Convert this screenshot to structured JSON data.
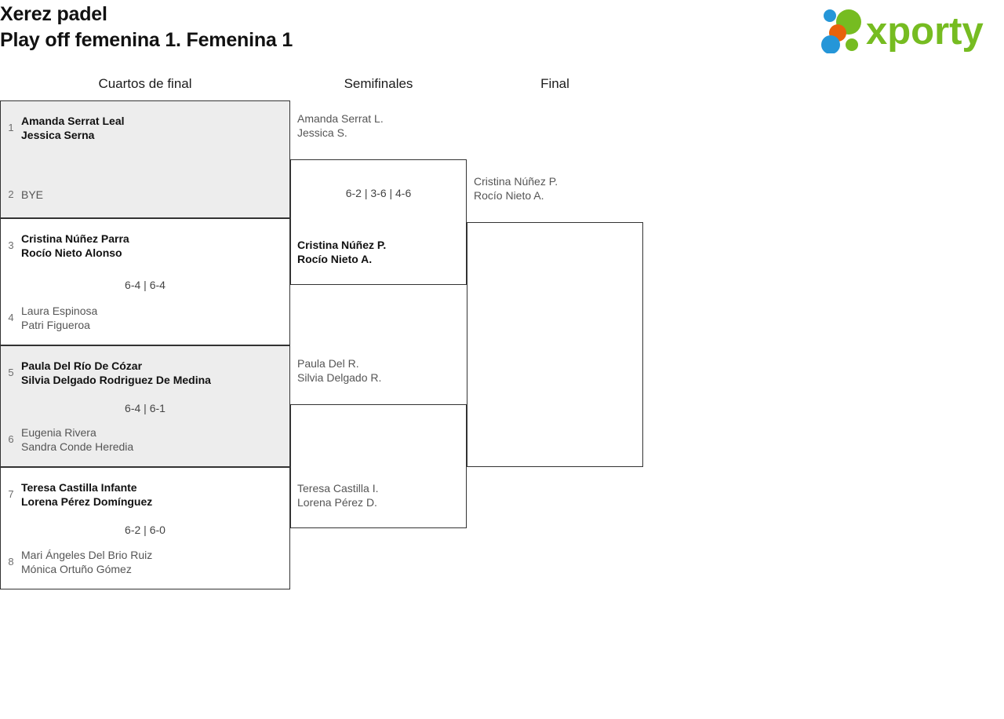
{
  "header": {
    "club": "Xerez padel",
    "tournament": "Play off femenina 1. Femenina 1",
    "logo": {
      "name": "xporty-logo",
      "wordmark": "xporty",
      "green": "#76bc21",
      "orange": "#e8620c",
      "blue": "#2596d8"
    }
  },
  "rounds": [
    {
      "label": "Cuartos de final"
    },
    {
      "label": "Semifinales"
    },
    {
      "label": "Final"
    }
  ],
  "matches": {
    "qf1": {
      "seed_top": "1",
      "top": [
        "Amanda Serrat Leal",
        "Jessica Serna"
      ],
      "seed_bottom": "2",
      "bottom": [
        "BYE"
      ],
      "score": ""
    },
    "qf2": {
      "seed_top": "3",
      "top": [
        "Cristina Núñez Parra",
        "Rocío Nieto Alonso"
      ],
      "seed_bottom": "4",
      "bottom": [
        "Laura Espinosa",
        "Patri Figueroa"
      ],
      "score": "6-4 | 6-4"
    },
    "qf3": {
      "seed_top": "5",
      "top": [
        "Paula Del Río De Cózar",
        "Silvia Delgado Rodriguez De Medina"
      ],
      "seed_bottom": "6",
      "bottom": [
        "Eugenia Rivera",
        "Sandra Conde Heredia"
      ],
      "score": "6-4 | 6-1"
    },
    "qf4": {
      "seed_top": "7",
      "top": [
        "Teresa Castilla Infante",
        "Lorena Pérez Domínguez"
      ],
      "seed_bottom": "8",
      "bottom": [
        "Mari Ángeles Del Brio Ruiz",
        "Mónica Ortuño Gómez"
      ],
      "score": "6-2 | 6-0"
    },
    "sf1": {
      "top": [
        "Amanda Serrat L.",
        "Jessica S."
      ],
      "bottom": [
        "Cristina Núñez P.",
        "Rocío Nieto A."
      ],
      "score": "6-2 | 3-6 | 4-6"
    },
    "sf2": {
      "top": [
        "Paula Del R.",
        "Silvia Delgado R."
      ],
      "bottom": [
        "Teresa Castilla I.",
        "Lorena Pérez D."
      ],
      "score": ""
    },
    "final": {
      "top": [
        "Cristina Núñez P.",
        "Rocío Nieto A."
      ],
      "bottom": [],
      "score": ""
    }
  }
}
